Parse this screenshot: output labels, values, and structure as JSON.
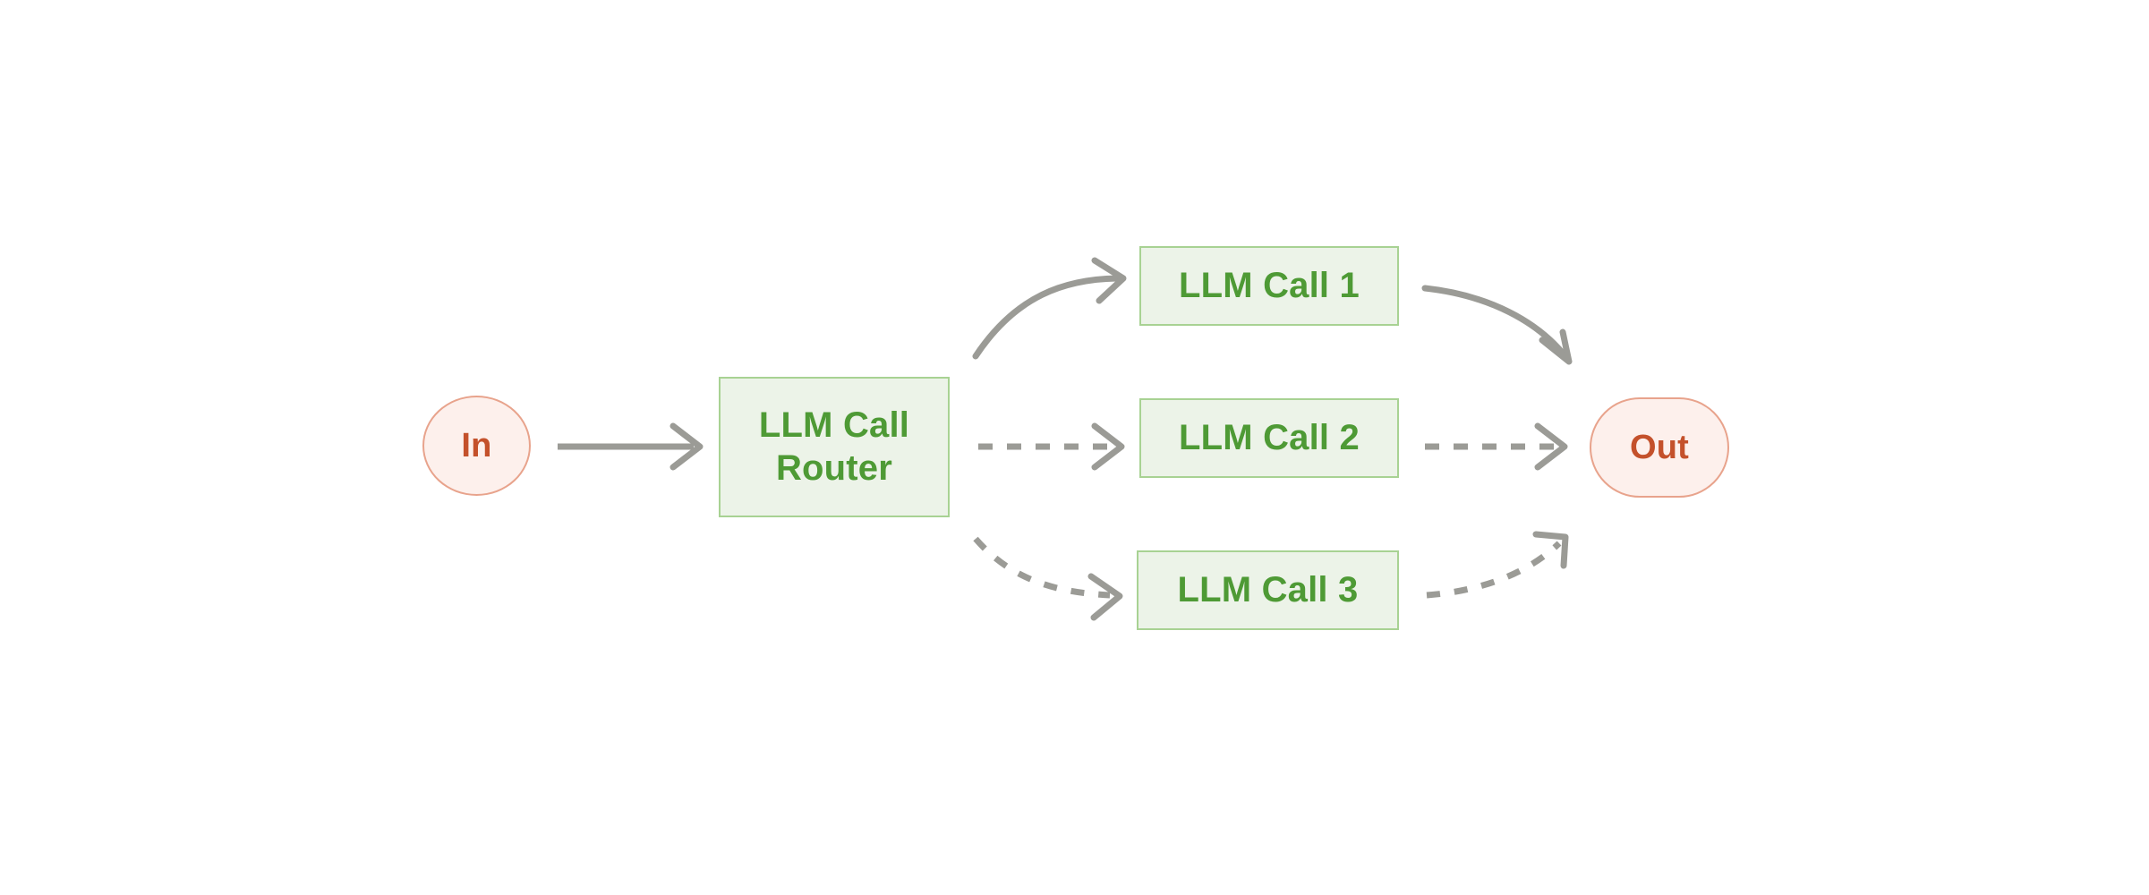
{
  "diagram": {
    "type": "flowchart",
    "title": "LLM Call Router",
    "orientation": "left-to-right",
    "background_color": "#ffffff",
    "palette": {
      "terminal_fill": "#fdf0ec",
      "terminal_border": "#e8a38c",
      "terminal_text": "#c4512b",
      "process_fill": "#ecf3e8",
      "process_border": "#a8d293",
      "process_text": "#4e9a35",
      "edge_color": "#9b9b96"
    },
    "nodes": [
      {
        "id": "in",
        "label": "In",
        "shape": "circle",
        "kind": "terminal"
      },
      {
        "id": "router",
        "label": "LLM Call\nRouter",
        "shape": "rectangle",
        "kind": "process"
      },
      {
        "id": "call1",
        "label": "LLM Call 1",
        "shape": "rectangle",
        "kind": "process"
      },
      {
        "id": "call2",
        "label": "LLM Call 2",
        "shape": "rectangle",
        "kind": "process"
      },
      {
        "id": "call3",
        "label": "LLM Call 3",
        "shape": "rectangle",
        "kind": "process"
      },
      {
        "id": "out",
        "label": "Out",
        "shape": "stadium",
        "kind": "terminal"
      }
    ],
    "edges": [
      {
        "id": "in-to-router",
        "from": "in",
        "to": "router",
        "style": "solid",
        "curve": "straight",
        "arrowhead": "chevron"
      },
      {
        "id": "router-to-call1",
        "from": "router",
        "to": "call1",
        "style": "solid",
        "curve": "up",
        "arrowhead": "chevron"
      },
      {
        "id": "router-to-call2",
        "from": "router",
        "to": "call2",
        "style": "dashed",
        "curve": "straight",
        "arrowhead": "chevron"
      },
      {
        "id": "router-to-call3",
        "from": "router",
        "to": "call3",
        "style": "dashed",
        "curve": "down",
        "arrowhead": "chevron"
      },
      {
        "id": "call1-to-out",
        "from": "call1",
        "to": "out",
        "style": "solid",
        "curve": "down",
        "arrowhead": "chevron"
      },
      {
        "id": "call2-to-out",
        "from": "call2",
        "to": "out",
        "style": "dashed",
        "curve": "straight",
        "arrowhead": "chevron"
      },
      {
        "id": "call3-to-out",
        "from": "call3",
        "to": "out",
        "style": "dashed",
        "curve": "up",
        "arrowhead": "chevron"
      }
    ]
  }
}
